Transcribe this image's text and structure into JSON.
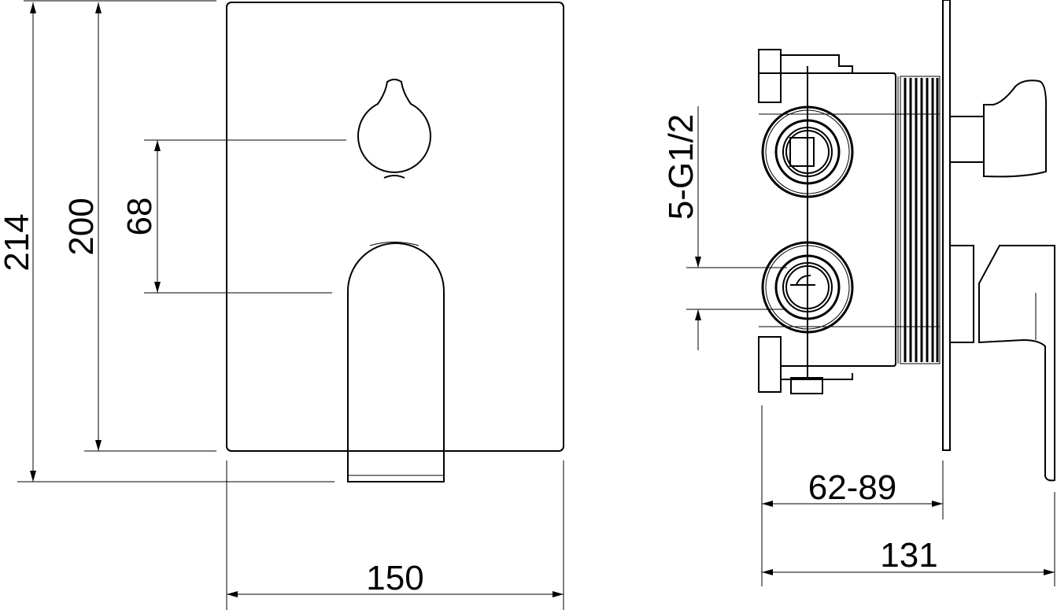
{
  "front_view": {
    "height_total": "214",
    "height_plate": "200",
    "knob_spacing": "68",
    "width_plate": "150"
  },
  "side_view": {
    "connections": "5-G1/2",
    "installation_depth": "62-89",
    "total_depth": "131"
  },
  "colors": {
    "line": "#000000",
    "background": "#ffffff"
  }
}
